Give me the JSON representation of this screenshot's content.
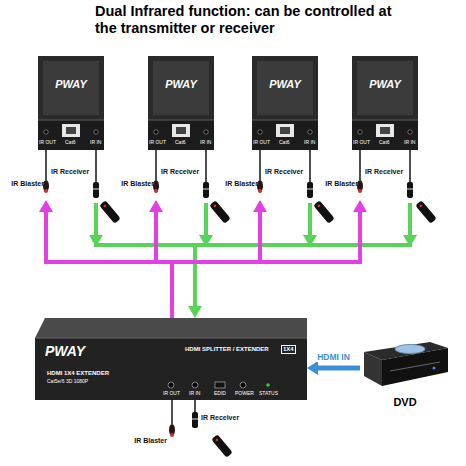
{
  "diagram": {
    "title": "Dual Infrared function: can be controlled at the transmitter or receiver",
    "nodes": [
      {
        "text": [
          "PWAY",
          "IR OUT",
          "Cat6",
          "IR IN"
        ]
      },
      {
        "text": [
          "PWAY",
          "IR OUT",
          "Cat6",
          "IR IN"
        ]
      },
      {
        "text": [
          "PWAY",
          "IR OUT",
          "Cat6",
          "IR IN"
        ]
      },
      {
        "text": [
          "PWAY",
          "IR OUT",
          "Cat6",
          "IR IN"
        ]
      },
      {
        "text": [
          "PWAY",
          "HDMI SPLITTER / EXTENDER",
          "1X4",
          "HDMI 1X4 EXTENDER",
          "Cat5e/6 3D 1080P",
          "IR OUT",
          "IR IN",
          "EDID",
          "POWER",
          "STATUS"
        ]
      },
      {
        "text": [
          "DVD"
        ]
      }
    ],
    "edges": [
      {
        "from": 5,
        "to": 4,
        "label": "HDMI IN",
        "arrow": "to"
      }
    ],
    "labels": [
      "IR Blaster",
      "IR Receiver",
      "IR Blaster",
      "IR Receiver",
      "IR Blaster",
      "IR Receiver",
      "IR Blaster",
      "IR Receiver",
      "IR Blaster",
      "IR Receiver"
    ]
  }
}
